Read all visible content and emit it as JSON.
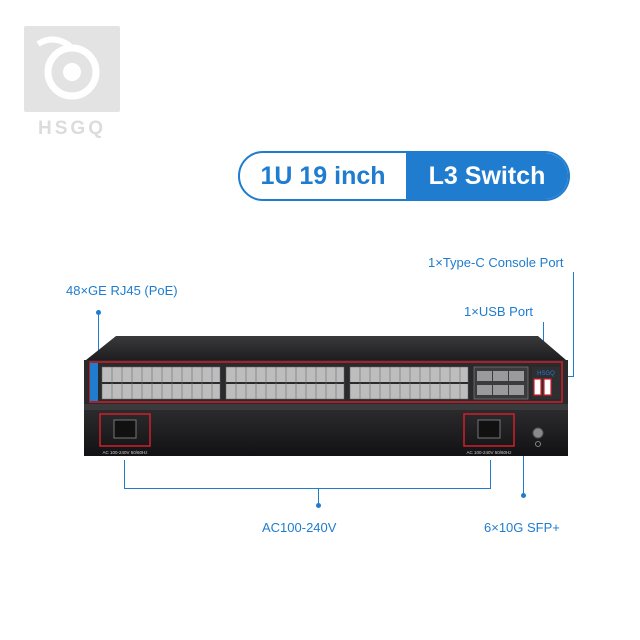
{
  "logo": {
    "text": "HSGQ"
  },
  "title": {
    "left": "1U 19 inch",
    "right": "L3 Switch"
  },
  "callouts": {
    "console": "1×Type-C Console Port",
    "usb": "1×USB Port",
    "rj45": "48×GE RJ45 (PoE)",
    "ac": "AC100-240V",
    "sfp": "6×10G SFP+"
  },
  "device": {
    "brand": "HSGQ",
    "power_label": "AC 100-240V 50/60Hz"
  },
  "colors": {
    "accent": "#1f7ccf",
    "highlight": "#d0202a"
  }
}
